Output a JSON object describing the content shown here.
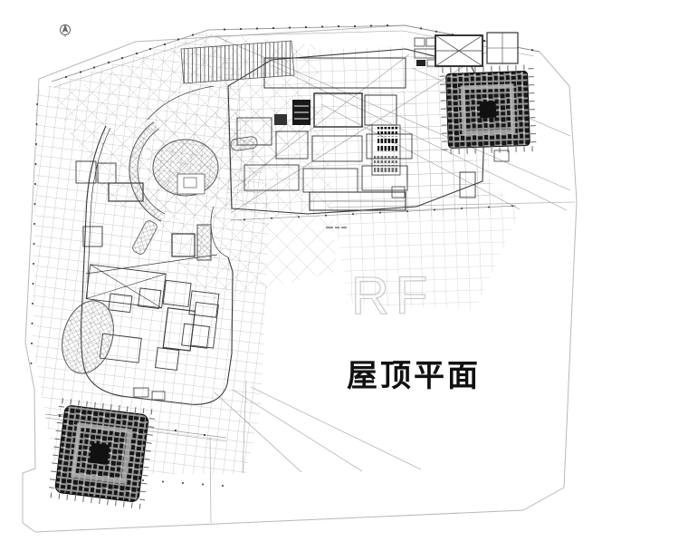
{
  "drawing": {
    "watermark": "RF",
    "title": "屋顶平面",
    "colors": {
      "background": "#ffffff",
      "grid_line": "#9a9a9a",
      "building_line": "#3a3a3a",
      "boundary_line": "#b8b8b8",
      "tower_fill_dark": "#161616",
      "tower_fill_base": "#969696",
      "watermark_gray": "#c6c6c6",
      "title_black": "#111111"
    },
    "icons": {
      "north": "north-arrow"
    }
  }
}
